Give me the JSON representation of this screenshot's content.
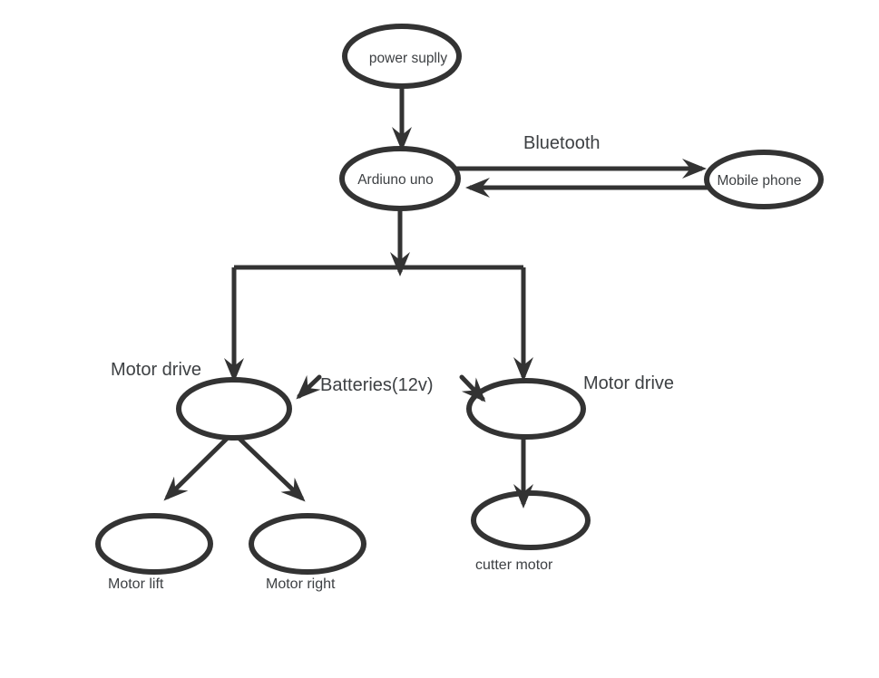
{
  "page": {
    "background_color": "#ffffff",
    "stroke_color": "#333333",
    "text_color": "#3d4043"
  },
  "diagram": {
    "type": "flowchart",
    "nodes": {
      "power_supply": {
        "label": "power suplly",
        "shape": "ellipse",
        "label_position": "inside"
      },
      "arduino": {
        "label": "Ardiuno uno",
        "shape": "ellipse",
        "label_position": "inside"
      },
      "mobile_phone": {
        "label": "Mobile phone",
        "shape": "ellipse",
        "label_position": "inside"
      },
      "motor_drive_left": {
        "label": "Motor drive",
        "shape": "ellipse",
        "label_position": "outside-left"
      },
      "motor_drive_right": {
        "label": "Motor drive",
        "shape": "ellipse",
        "label_position": "outside-right"
      },
      "motor_lift": {
        "label": "Motor lift",
        "shape": "ellipse",
        "label_position": "below"
      },
      "motor_right": {
        "label": "Motor right",
        "shape": "ellipse",
        "label_position": "below"
      },
      "cutter_motor": {
        "label": "cutter motor",
        "shape": "ellipse",
        "label_position": "below"
      },
      "batteries": {
        "label": "Batteries(12v)",
        "shape": "text-only"
      }
    },
    "edge_labels": {
      "bluetooth": "Bluetooth"
    },
    "edges": [
      {
        "from": "power_supply",
        "to": "arduino",
        "style": "arrow"
      },
      {
        "from": "arduino",
        "to": "mobile_phone",
        "style": "arrow",
        "label": "Bluetooth"
      },
      {
        "from": "mobile_phone",
        "to": "arduino",
        "style": "arrow"
      },
      {
        "from": "arduino",
        "to": "motor_drive_left",
        "style": "arrow"
      },
      {
        "from": "arduino",
        "to": "motor_drive_right",
        "style": "arrow"
      },
      {
        "from": "batteries",
        "to": "motor_drive_left",
        "style": "arrow"
      },
      {
        "from": "batteries",
        "to": "motor_drive_right",
        "style": "arrow"
      },
      {
        "from": "motor_drive_left",
        "to": "motor_lift",
        "style": "arrow"
      },
      {
        "from": "motor_drive_left",
        "to": "motor_right",
        "style": "arrow"
      },
      {
        "from": "motor_drive_right",
        "to": "cutter_motor",
        "style": "arrow"
      }
    ]
  }
}
